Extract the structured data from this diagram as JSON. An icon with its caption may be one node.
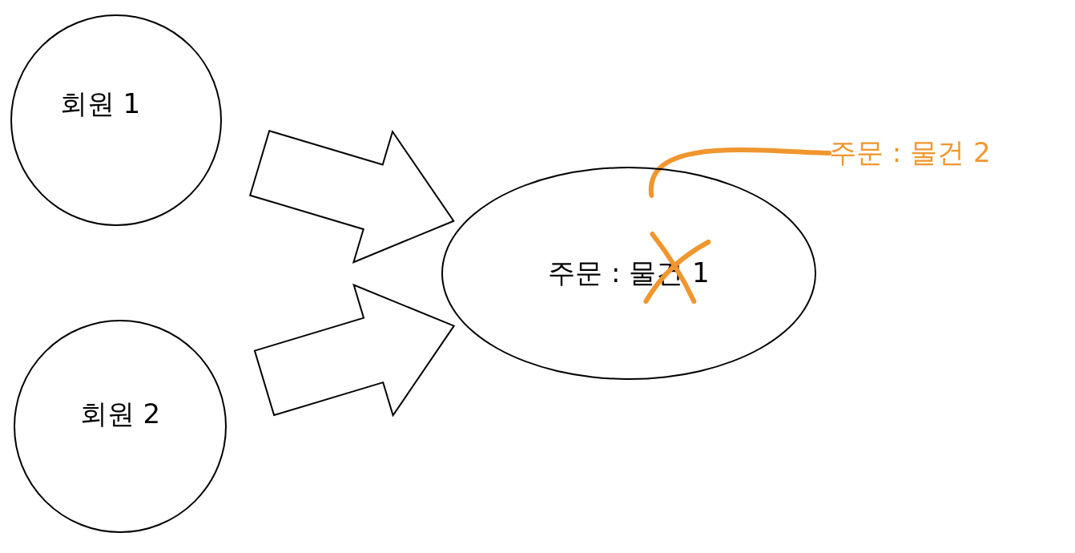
{
  "diagram": {
    "nodes": [
      {
        "text": [
          "회원 1"
        ]
      },
      {
        "text": [
          "회원 2"
        ]
      },
      {
        "text": [
          "주문 : 물건 1"
        ]
      },
      {
        "text": [
          "주문 : 물건 2"
        ]
      }
    ],
    "edges": [
      {
        "from": 0,
        "to": 2,
        "arrow": "to",
        "style": "thick"
      },
      {
        "from": 1,
        "to": 2,
        "arrow": "to",
        "style": "thick"
      },
      {
        "from": 3,
        "to": 2,
        "arrow": "none",
        "color": "#f0962e"
      }
    ]
  }
}
